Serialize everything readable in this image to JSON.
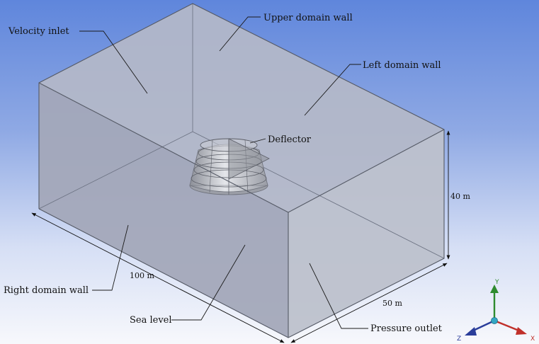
{
  "labels": {
    "velocity_inlet": "Velocity inlet",
    "upper_domain_wall": "Upper domain wall",
    "left_domain_wall": "Left domain wall",
    "deflector": "Deflector",
    "right_domain_wall": "Right domain wall",
    "sea_level": "Sea level",
    "pressure_outlet": "Pressure outlet"
  },
  "dimensions": {
    "height": "40 m",
    "length": "100 m",
    "width": "50 m"
  },
  "triad": {
    "x": "X",
    "y": "Y",
    "z": "Z",
    "x_color": "#c0302a",
    "y_color": "#2e8b2e",
    "z_color": "#2a3d9a"
  },
  "colors": {
    "box_top": "#b4b9c8",
    "box_front": "#a3a8b9",
    "box_right": "#bdc1cc"
  }
}
